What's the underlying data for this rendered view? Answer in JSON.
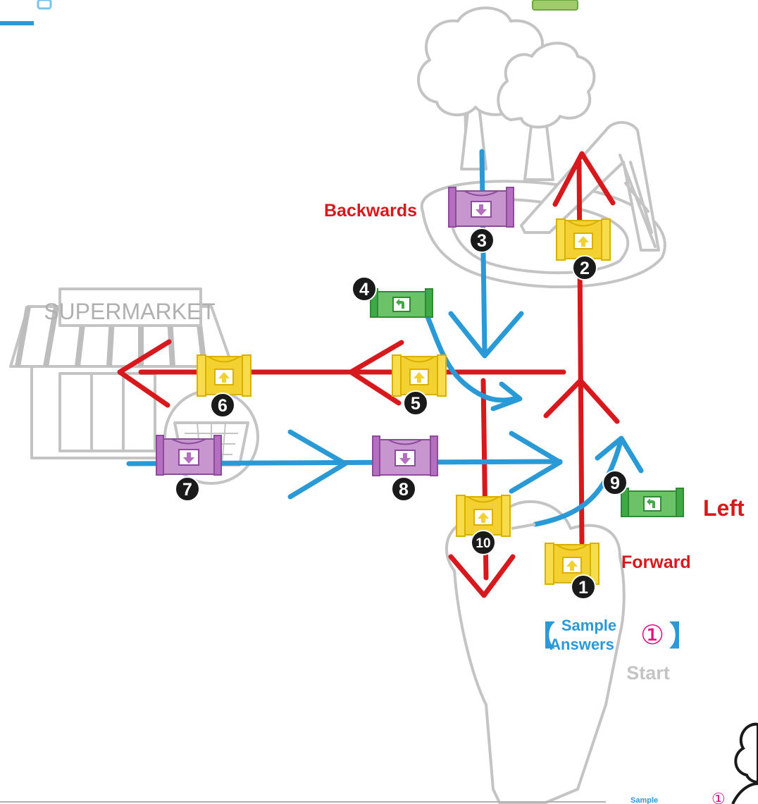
{
  "labels": {
    "backwards": "Backwards",
    "forward": "Forward",
    "left": "Left",
    "start": "Start",
    "store_sign": "SUPERMARKET",
    "sample_line1": "Sample",
    "sample_line2": "Answers",
    "sample_number": "①",
    "bracket_open": "【",
    "bracket_close": "】",
    "corner_sample": "Sample",
    "corner_number": "①"
  },
  "steps": [
    {
      "number": "1",
      "command": "forward"
    },
    {
      "number": "2",
      "command": "forward"
    },
    {
      "number": "3",
      "command": "backwards"
    },
    {
      "number": "4",
      "command": "left"
    },
    {
      "number": "5",
      "command": "forward"
    },
    {
      "number": "6",
      "command": "forward"
    },
    {
      "number": "7",
      "command": "backwards"
    },
    {
      "number": "8",
      "command": "backwards"
    },
    {
      "number": "9",
      "command": "left"
    },
    {
      "number": "10",
      "command": "forward"
    }
  ],
  "colors": {
    "red_path": "#d7191e",
    "blue_path": "#2a9ad7",
    "forward_card": "#f2d131",
    "backwards_card": "#b46fc0",
    "left_card": "#3faa45",
    "outline": "#c4c4c4",
    "pink_number": "#e4107f",
    "badge": "#1a1a1a"
  },
  "icons": {
    "forward": "up-arrow-icon",
    "backwards": "down-arrow-icon",
    "left": "u-turn-left-icon"
  }
}
